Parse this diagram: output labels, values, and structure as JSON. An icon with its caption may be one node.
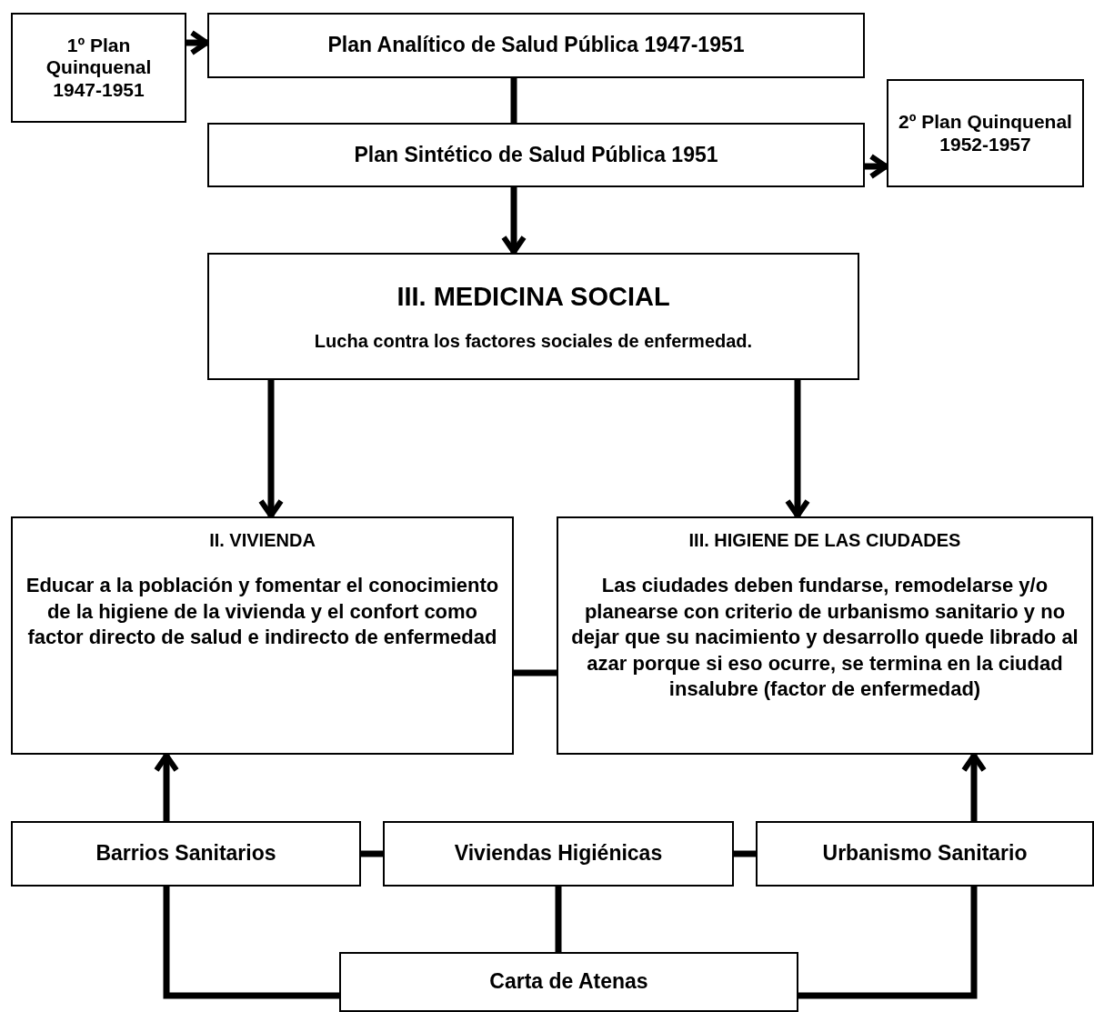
{
  "diagram": {
    "nodes": [
      {
        "text": [
          "1º Plan Quinquenal 1947-1951"
        ]
      },
      {
        "text": [
          "Plan Analítico de Salud Pública 1947-1951"
        ]
      },
      {
        "text": [
          "Plan Sintético de Salud Pública 1951"
        ]
      },
      {
        "text": [
          "2º Plan Quinquenal 1952-1957"
        ]
      },
      {
        "text": [
          "III. MEDICINA SOCIAL",
          "Lucha contra los factores sociales de enfermedad."
        ]
      },
      {
        "text": [
          "II. VIVIENDA",
          "Educar a la población y fomentar el conocimiento de la higiene de la vivienda y el confort como factor directo de salud e indirecto de enfermedad"
        ]
      },
      {
        "text": [
          "III. HIGIENE DE LAS CIUDADES",
          "Las ciudades deben fundarse, remodelarse y/o planearse con criterio de urbanismo sanitario y no dejar que su nacimiento y desarrollo quede librado al azar porque si eso ocurre, se termina en la ciudad insalubre (factor de enfermedad)"
        ]
      },
      {
        "text": [
          "Barrios Sanitarios"
        ]
      },
      {
        "text": [
          "Viviendas Higiénicas"
        ]
      },
      {
        "text": [
          "Urbanismo Sanitario"
        ]
      },
      {
        "text": [
          "Carta de Atenas"
        ]
      }
    ],
    "edges": [
      {
        "from": 0,
        "to": 1,
        "arrow": "to"
      },
      {
        "from": 1,
        "to": 2,
        "arrow": "none"
      },
      {
        "from": 2,
        "to": 3,
        "arrow": "to"
      },
      {
        "from": 2,
        "to": 4,
        "arrow": "to"
      },
      {
        "from": 4,
        "to": 5,
        "arrow": "to"
      },
      {
        "from": 4,
        "to": 6,
        "arrow": "to"
      },
      {
        "from": 5,
        "to": 6,
        "arrow": "none"
      },
      {
        "from": 7,
        "to": 5,
        "arrow": "to"
      },
      {
        "from": 9,
        "to": 6,
        "arrow": "to"
      },
      {
        "from": 7,
        "to": 8,
        "arrow": "none"
      },
      {
        "from": 8,
        "to": 9,
        "arrow": "none"
      },
      {
        "from": 10,
        "to": 7,
        "arrow": "none"
      },
      {
        "from": 10,
        "to": 8,
        "arrow": "none"
      },
      {
        "from": 10,
        "to": 9,
        "arrow": "none"
      }
    ]
  }
}
